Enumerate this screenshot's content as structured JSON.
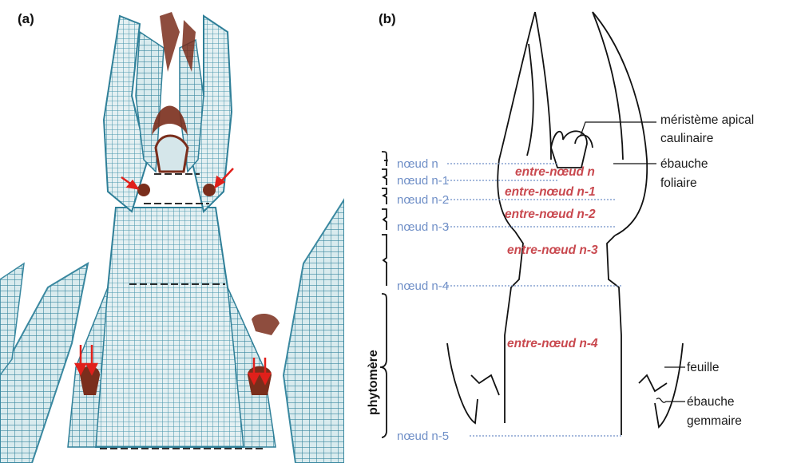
{
  "panel_a": {
    "label": "(a)"
  },
  "panel_b": {
    "label": "(b)",
    "nodes": [
      "nœud n",
      "nœud n-1",
      "nœud n-2",
      "nœud n-3",
      "nœud n-4",
      "nœud n-5"
    ],
    "internodes": [
      "entre-nœud n",
      "entre-nœud n-1",
      "entre-nœud n-2",
      "entre-nœud n-3",
      "entre-nœud n-4"
    ],
    "annotations": {
      "meristem_line1": "méristème apical",
      "meristem_line2": "caulinaire",
      "leaf_primordium_line1": "ébauche",
      "leaf_primordium_line2": "foliaire",
      "leaf": "feuille",
      "bud_primordium_line1": "ébauche",
      "bud_primordium_line2": "gemmaire"
    },
    "phytomer": "phytomère"
  },
  "colors": {
    "node_blue": "#6f8fc7",
    "internode_red": "#c9494f",
    "arrow_red": "#e0201b",
    "tissue_teal": "#3e8ea8",
    "tissue_brown": "#7a2e1c"
  }
}
